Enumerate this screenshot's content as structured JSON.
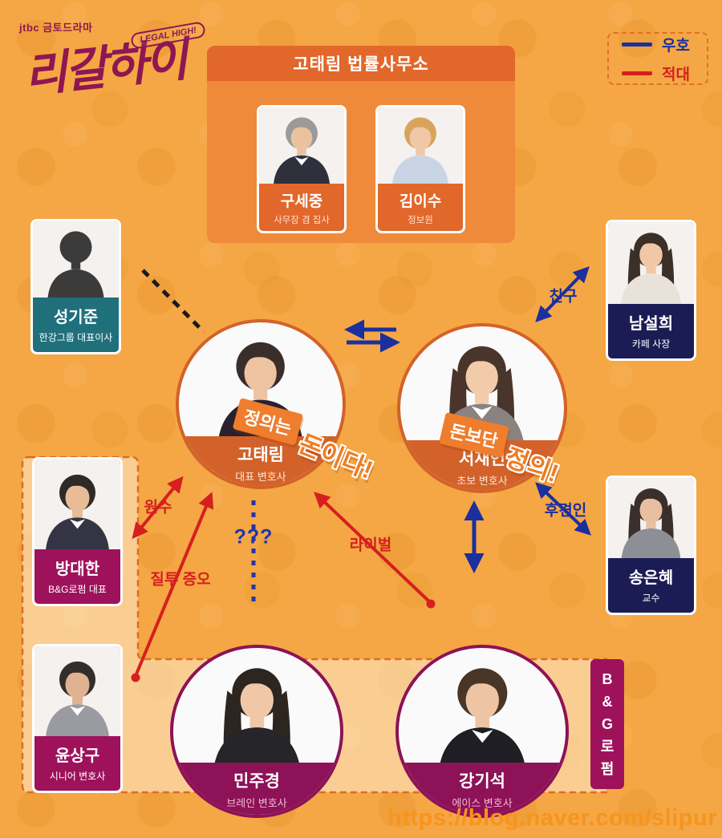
{
  "logo": {
    "network": "jtbc 금토드라마",
    "title": "리갈하이",
    "subtitle": "LEGAL HIGH!"
  },
  "legend": {
    "friendly": {
      "label": "우호",
      "color": "#1b2f9e"
    },
    "hostile": {
      "label": "적대",
      "color": "#d61f1f"
    }
  },
  "office": {
    "title": "고태림 법률사무소",
    "members": [
      {
        "name": "구세중",
        "role": "사무장 겸 집사"
      },
      {
        "name": "김이수",
        "role": "정보원"
      }
    ]
  },
  "characters": {
    "go_taerim": {
      "name": "고태림",
      "role": "대표 변호사",
      "tagline_small": "정의는",
      "tagline_big": "돈이다!"
    },
    "seo_jaein": {
      "name": "서재인",
      "role": "초보 변호사",
      "tagline_small": "돈보단",
      "tagline_big": "정의!"
    },
    "sung_gijun": {
      "name": "성기준",
      "role": "한강그룹 대표이사"
    },
    "nam_seolhui": {
      "name": "남설희",
      "role": "카페 사장"
    },
    "song_eunhye": {
      "name": "송은혜",
      "role": "교수"
    },
    "bang_daehan": {
      "name": "방대한",
      "role": "B&G로펌 대표"
    },
    "yoon_sanggu": {
      "name": "윤상구",
      "role": "시니어 변호사"
    },
    "min_jugyeong": {
      "name": "민주경",
      "role": "브레인 변호사"
    },
    "kang_giseok": {
      "name": "강기석",
      "role": "에이스 변호사"
    }
  },
  "group": {
    "bng_name": "B&G 로펌",
    "bng_letters": [
      "B",
      "&",
      "G",
      "로",
      "펌"
    ]
  },
  "relations": {
    "friend": "친구",
    "guardian": "후견인",
    "enemy": "원수",
    "jealousy": "질투 증오",
    "unknown": "???",
    "rival": "라이벌"
  },
  "watermark": "https://blog.naver.com/slipur",
  "colors": {
    "background": "#f4a744",
    "office_body": "#ef8a3a",
    "office_header": "#e2672b",
    "teal_card": "#20707c",
    "navy_card": "#1c1c55",
    "magenta_card": "#9e125c",
    "circle_orange": "#d2622a",
    "circle_magenta": "#8d1257",
    "friendly_blue": "#1b2f9e",
    "hostile_red": "#d61f1f",
    "logo_magenta": "#8e1653",
    "watermark_orange": "#f7941d"
  }
}
